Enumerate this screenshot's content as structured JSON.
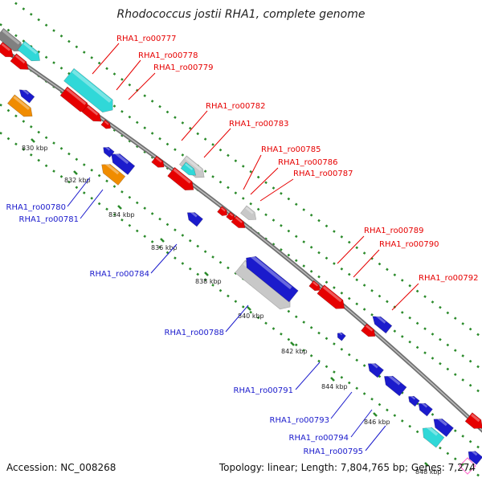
{
  "title": "Rhodococcus jostii RHA1, complete genome",
  "accession": "Accession: NC_008268",
  "topology": "Topology: linear; Length: 7,804,765 bp; Genes: 7,274",
  "colors": {
    "forward_cds": "#e60000",
    "reverse_cds": "#1b1bcc",
    "rna_gene": "#30d8d8",
    "other_feature": "#f08c00",
    "pseudo": "#c8c8c8",
    "backbone": "#808080",
    "tick": "#2a8a2a"
  },
  "ticks": [
    "830 kbp",
    "832 kbp",
    "834 kbp",
    "836 kbp",
    "838 kbp",
    "840 kbp",
    "842 kbp",
    "844 kbp",
    "846 kbp",
    "848 kbp"
  ],
  "gene_labels": [
    {
      "name": "RHA1_ro00777",
      "strand": "forward"
    },
    {
      "name": "RHA1_ro00778",
      "strand": "forward"
    },
    {
      "name": "RHA1_ro00779",
      "strand": "forward"
    },
    {
      "name": "RHA1_ro00782",
      "strand": "forward"
    },
    {
      "name": "RHA1_ro00783",
      "strand": "forward"
    },
    {
      "name": "RHA1_ro00785",
      "strand": "forward"
    },
    {
      "name": "RHA1_ro00786",
      "strand": "forward"
    },
    {
      "name": "RHA1_ro00787",
      "strand": "forward"
    },
    {
      "name": "RHA1_ro00789",
      "strand": "forward"
    },
    {
      "name": "RHA1_ro00790",
      "strand": "forward"
    },
    {
      "name": "RHA1_ro00792",
      "strand": "forward"
    },
    {
      "name": "RHA1_ro00780",
      "strand": "reverse"
    },
    {
      "name": "RHA1_ro00781",
      "strand": "reverse"
    },
    {
      "name": "RHA1_ro00784",
      "strand": "reverse"
    },
    {
      "name": "RHA1_ro00788",
      "strand": "reverse"
    },
    {
      "name": "RHA1_ro00791",
      "strand": "reverse"
    },
    {
      "name": "RHA1_ro00793",
      "strand": "reverse"
    },
    {
      "name": "RHA1_ro00794",
      "strand": "reverse"
    },
    {
      "name": "RHA1_ro00795",
      "strand": "reverse"
    }
  ]
}
